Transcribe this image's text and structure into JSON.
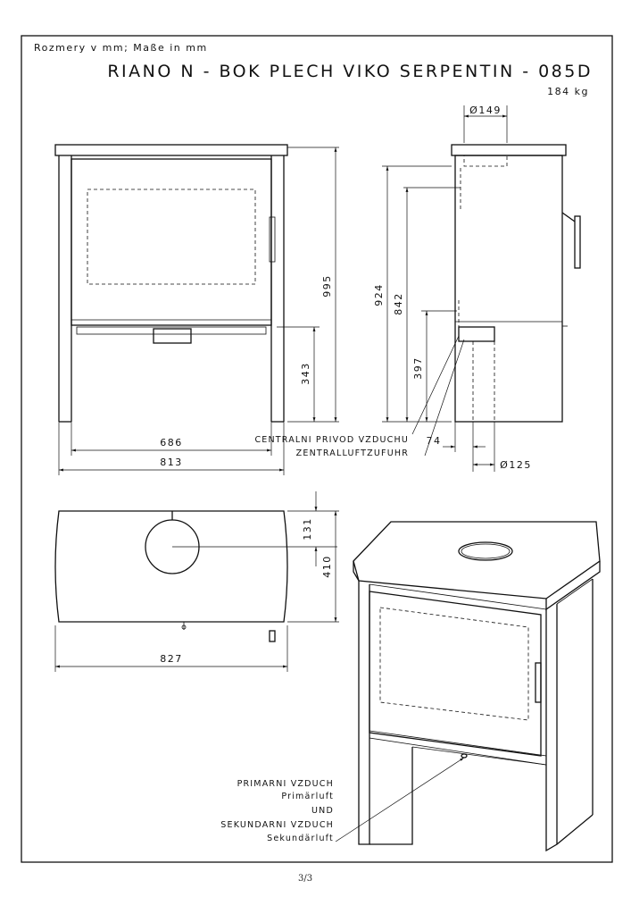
{
  "header": {
    "units_note": "Rozmery v mm; Maße in mm",
    "title": "RIANO N - BOK PLECH VIKO SERPENTIN - 085D",
    "weight": "184 kg"
  },
  "dimensions": {
    "front_height": "995",
    "front_door_height": "343",
    "front_inner_width": "686",
    "front_width": "813",
    "flue_diameter": "Ø149",
    "side_height_total": "924",
    "side_height_flue": "842",
    "side_height_air": "397",
    "air_offset": "74",
    "air_diameter": "Ø125",
    "top_flue_offset": "131",
    "top_depth": "410",
    "top_width": "827"
  },
  "notes": {
    "central_air_cz": "CENTRALNI PRIVOD VZDUCHU",
    "central_air_de": "ZENTRALLUFTZUFUHR",
    "primary_cz": "PRIMARNI VZDUCH",
    "primary_de": "Primärluft",
    "und": "UND",
    "secondary_cz": "SEKUNDARNI VZDUCH",
    "secondary_de": "Sekundärluft"
  },
  "footer": {
    "page": "3/3"
  }
}
